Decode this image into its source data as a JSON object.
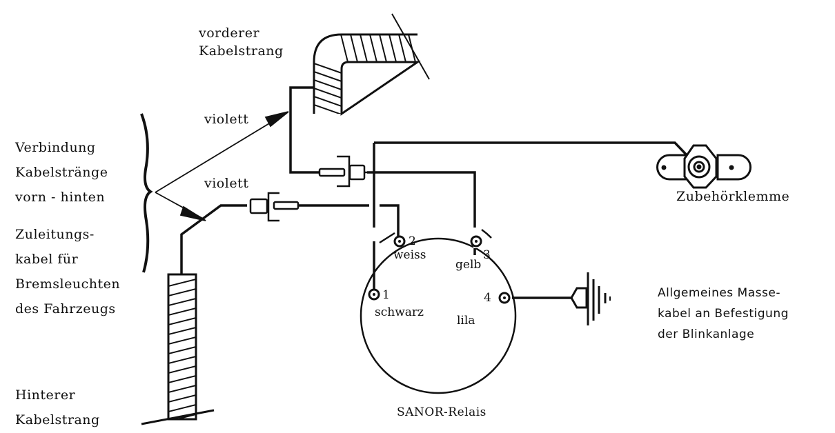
{
  "title": "SANOR-Relais Anschlussschema",
  "labels": {
    "front_harness": [
      "vorderer",
      "Kabelstrang"
    ],
    "rear_harness": [
      "Hinterer",
      "Kabelstrang"
    ],
    "wire_top": "violett",
    "wire_bottom": "violett",
    "connection": [
      "Verbindung",
      "Kabelstränge",
      "vorn - hinten"
    ],
    "feed_cable": [
      "Zuleitungs-",
      "kabel für",
      "Bremsleuchten",
      "des Fahrzeugs"
    ],
    "accessory_terminal": "Zubehörklemme",
    "relay": "SANOR-Relais",
    "ground": [
      "Allgemeines Masse-",
      "kabel an Befestigung",
      "der Blinkanlage"
    ]
  },
  "relay_terminals": [
    {
      "number": "1",
      "color": "schwarz"
    },
    {
      "number": "2",
      "color": "weiss"
    },
    {
      "number": "3",
      "color": "gelb"
    },
    {
      "number": "4",
      "color": "lila"
    }
  ]
}
